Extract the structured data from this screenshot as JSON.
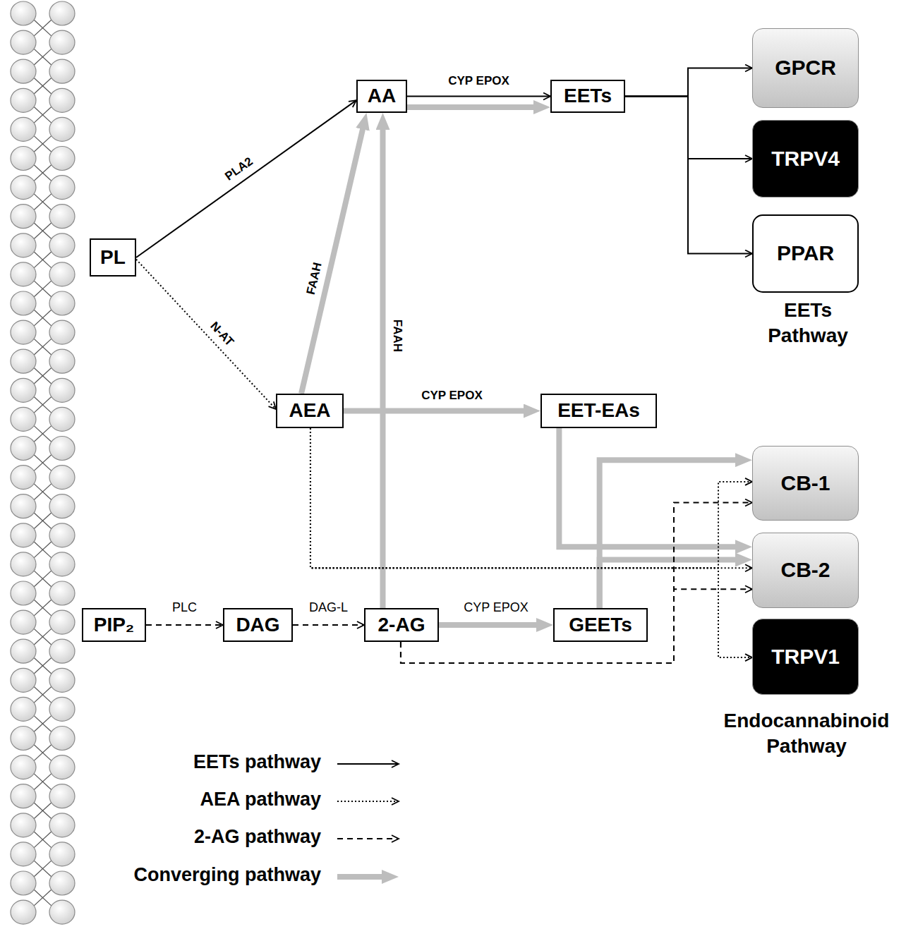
{
  "diagram": {
    "nodes": [
      {
        "text": [
          "AA"
        ]
      },
      {
        "text": [
          "EETs"
        ]
      },
      {
        "text": [
          "GPCR"
        ]
      },
      {
        "text": [
          "TRPV4"
        ]
      },
      {
        "text": [
          "PL"
        ]
      },
      {
        "text": [
          "PPAR"
        ]
      },
      {
        "text": [
          "AEA"
        ]
      },
      {
        "text": [
          "EET-EAs"
        ]
      },
      {
        "text": [
          "CB-1"
        ]
      },
      {
        "text": [
          "CB-2"
        ]
      },
      {
        "text": [
          "PIP₂"
        ]
      },
      {
        "text": [
          "DAG"
        ]
      },
      {
        "text": [
          "2-AG"
        ]
      },
      {
        "text": [
          "GEETs"
        ]
      },
      {
        "text": [
          "TRPV1"
        ]
      }
    ],
    "edges": [
      {
        "from": 4,
        "to": 0,
        "arrow": "to",
        "label": "PLA2"
      },
      {
        "from": 0,
        "to": 1,
        "arrow": "to",
        "label": "CYP EPOX"
      },
      {
        "from": 0,
        "to": 1,
        "arrow": "to"
      },
      {
        "from": 1,
        "to": 2,
        "arrow": "to"
      },
      {
        "from": 1,
        "to": 3,
        "arrow": "to"
      },
      {
        "from": 1,
        "to": 5,
        "arrow": "to"
      },
      {
        "from": 4,
        "to": 6,
        "arrow": "to",
        "label": "N-AT"
      },
      {
        "from": 6,
        "to": 0,
        "arrow": "to",
        "label": "FAAH"
      },
      {
        "from": 12,
        "to": 0,
        "arrow": "to",
        "label": "FAAH"
      },
      {
        "from": 6,
        "to": 7,
        "arrow": "to",
        "label": "CYP EPOX"
      },
      {
        "from": 7,
        "to": 9,
        "arrow": "to"
      },
      {
        "from": 13,
        "to": 8,
        "arrow": "to"
      },
      {
        "from": 13,
        "to": 9,
        "arrow": "to"
      },
      {
        "from": 6,
        "to": 8,
        "arrow": "to"
      },
      {
        "from": 6,
        "to": 9,
        "arrow": "to"
      },
      {
        "from": 6,
        "to": 14,
        "arrow": "to"
      },
      {
        "from": 12,
        "to": 8,
        "arrow": "to"
      },
      {
        "from": 12,
        "to": 9,
        "arrow": "to"
      },
      {
        "from": 10,
        "to": 11,
        "arrow": "to",
        "label": "PLC"
      },
      {
        "from": 11,
        "to": 12,
        "arrow": "to",
        "label": "DAG-L"
      },
      {
        "from": 12,
        "to": 13,
        "arrow": "to",
        "label": "CYP EPOX"
      }
    ],
    "labels": [
      "EETs Pathway",
      "Endocannabinoid Pathway"
    ],
    "legend": [
      {
        "text": "EETs pathway"
      },
      {
        "text": "AEA pathway"
      },
      {
        "text": "2-AG pathway"
      },
      {
        "text": "Converging pathway"
      }
    ]
  }
}
